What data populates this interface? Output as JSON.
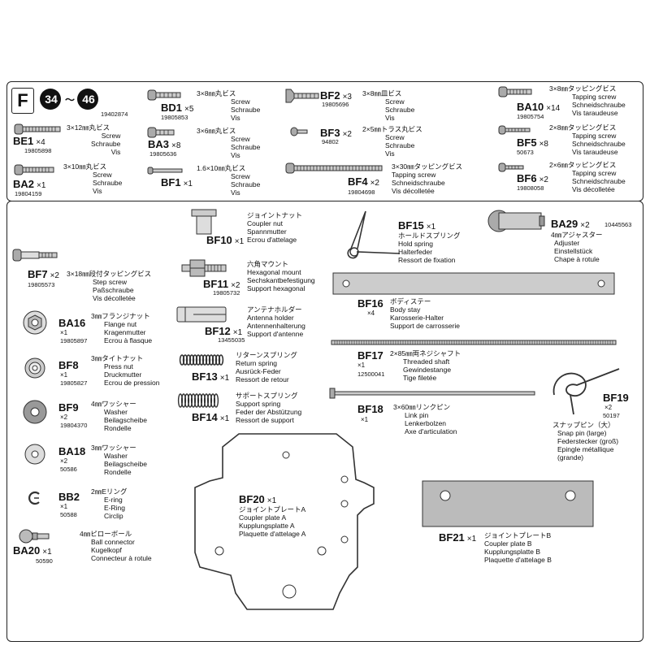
{
  "section": {
    "letter": "F",
    "range_from": "34",
    "range_sep": "〜",
    "range_to": "46",
    "code": "19402874"
  },
  "parts": {
    "BE1": {
      "code": "BE1",
      "qty": "×4",
      "pn": "19805898",
      "desc": [
        "3×12㎜丸ビス",
        "Screw",
        "Schraube",
        "Vis"
      ]
    },
    "BA2": {
      "code": "BA2",
      "qty": "×1",
      "pn": "19804159",
      "desc": [
        "3×10㎜丸ビス",
        "Screw",
        "Schraube",
        "Vis"
      ]
    },
    "BD1": {
      "code": "BD1",
      "qty": "×5",
      "pn": "19805853",
      "desc": [
        "3×8㎜丸ビス",
        "Screw",
        "Schraube",
        "Vis"
      ]
    },
    "BA3": {
      "code": "BA3",
      "qty": "×8",
      "pn": "19805636",
      "desc": [
        "3×6㎜丸ビス",
        "Screw",
        "Schraube",
        "Vis"
      ]
    },
    "BF1": {
      "code": "BF1",
      "qty": "×1",
      "pn": "",
      "desc": [
        "1.6×10㎜丸ビス",
        "Screw",
        "Schraube",
        "Vis"
      ]
    },
    "BF2": {
      "code": "BF2",
      "qty": "×3",
      "pn": "19805696",
      "desc": [
        "3×8㎜皿ビス",
        "Screw",
        "Schraube",
        "Vis"
      ]
    },
    "BF3": {
      "code": "BF3",
      "qty": "×2",
      "pn": "94802",
      "desc": [
        "2×5㎜トラス丸ビス",
        "Screw",
        "Schraube",
        "Vis"
      ]
    },
    "BF4": {
      "code": "BF4",
      "qty": "×2",
      "pn": "19804698",
      "desc": [
        "3×30㎜タッピングビス",
        "Tapping screw",
        "Schneidschraube",
        "Vis décolletée"
      ]
    },
    "BA10": {
      "code": "BA10",
      "qty": "×14",
      "pn": "19805754",
      "desc": [
        "3×8㎜タッピングビス",
        "Tapping screw",
        "Schneidschraube",
        "Vis taraudeuse"
      ]
    },
    "BF5": {
      "code": "BF5",
      "qty": "×8",
      "pn": "50673",
      "desc": [
        "2×8㎜タッピングビス",
        "Tapping screw",
        "Schneidschraube",
        "Vis taraudeuse"
      ]
    },
    "BF6": {
      "code": "BF6",
      "qty": "×2",
      "pn": "19808058",
      "desc": [
        "2×6㎜タッピングビス",
        "Tapping screw",
        "Schneidschraube",
        "Vis décolletée"
      ]
    },
    "BF7": {
      "code": "BF7",
      "qty": "×2",
      "pn": "19805573",
      "desc": [
        "3×18㎜段付タッピングビス",
        "Step screw",
        "Paßschraube",
        "Vis décolletée"
      ]
    },
    "BA16": {
      "code": "BA16",
      "qty": "×1",
      "pn": "19805897",
      "desc": [
        "3㎜フランジナット",
        "Flange nut",
        "Kragenmutter",
        "Ecrou à flasque"
      ]
    },
    "BF8": {
      "code": "BF8",
      "qty": "×1",
      "pn": "19805827",
      "desc": [
        "3㎜タイトナット",
        "Press nut",
        "Druckmutter",
        "Ecrou de pression"
      ]
    },
    "BF9": {
      "code": "BF9",
      "qty": "×2",
      "pn": "19804370",
      "desc": [
        "4㎜ワッシャー",
        "Washer",
        "Beilagscheibe",
        "Rondelle"
      ]
    },
    "BA18": {
      "code": "BA18",
      "qty": "×2",
      "pn": "50586",
      "desc": [
        "3㎜ワッシャー",
        "Washer",
        "Beilagscheibe",
        "Rondelle"
      ]
    },
    "BB2": {
      "code": "BB2",
      "qty": "×1",
      "pn": "50588",
      "desc": [
        "2㎜Eリング",
        "E-ring",
        "E-Ring",
        "Circlip"
      ]
    },
    "BA20": {
      "code": "BA20",
      "qty": "×1",
      "pn": "50590",
      "desc": [
        "4㎜ピローボール",
        "Ball connector",
        "Kugelkopf",
        "Connecteur à rotule"
      ]
    },
    "BF10": {
      "code": "BF10",
      "qty": "×1",
      "pn": "",
      "desc": [
        "ジョイントナット",
        "Coupler nut",
        "Spannmutter",
        "Ecrou d'attelage"
      ]
    },
    "BF11": {
      "code": "BF11",
      "qty": "×2",
      "pn": "19805732",
      "desc": [
        "六角マウント",
        "Hexagonal mount",
        "Sechskantbefestigung",
        "Support hexagonal"
      ]
    },
    "BF12": {
      "code": "BF12",
      "qty": "×1",
      "pn": "13455035",
      "desc": [
        "アンテナホルダー",
        "Antenna holder",
        "Antennenhalterung",
        "Support d'antenne"
      ]
    },
    "BF13": {
      "code": "BF13",
      "qty": "×1",
      "pn": "",
      "desc": [
        "リターンスプリング",
        "Return spring",
        "Ausrück-Feder",
        "Ressort de retour"
      ]
    },
    "BF14": {
      "code": "BF14",
      "qty": "×1",
      "pn": "",
      "desc": [
        "サポートスプリング",
        "Support spring",
        "Feder der Abstützung",
        "Ressort de support"
      ]
    },
    "BF15": {
      "code": "BF15",
      "qty": "×1",
      "pn": "",
      "desc": [
        "ホールドスプリング",
        "Hold spring",
        "Halterfeder",
        "Ressort de fixation"
      ]
    },
    "BA29": {
      "code": "BA29",
      "qty": "×2",
      "pn": "10445563",
      "desc": [
        "4㎜アジャスター",
        "Adjuster",
        "Einstellstück",
        "Chape à rotule"
      ]
    },
    "BF16": {
      "code": "BF16",
      "qty": "×4",
      "pn": "",
      "desc": [
        "ボディステー",
        "Body stay",
        "Karosserie-Halter",
        "Support de carrosserie"
      ]
    },
    "BF17": {
      "code": "BF17",
      "qty": "×1",
      "pn": "12500041",
      "desc": [
        "2×85㎜両ネジシャフト",
        "Threaded shaft",
        "Gewindestange",
        "Tige filetée"
      ]
    },
    "BF18": {
      "code": "BF18",
      "qty": "×1",
      "pn": "",
      "desc": [
        "3×60㎜リンクピン",
        "Link pin",
        "Lenkerbolzen",
        "Axe d'articulation"
      ]
    },
    "BF19": {
      "code": "BF19",
      "qty": "×2",
      "pn": "50197",
      "desc": [
        "スナップピン（大）",
        "Snap pin (large)",
        "Federstecker (groß)",
        "Epingle métallique",
        "(grande)"
      ]
    },
    "BF20": {
      "code": "BF20",
      "qty": "×1",
      "pn": "",
      "desc": [
        "ジョイントプレートA",
        "Coupler plate A",
        "Kupplungsplatte A",
        "Plaquette d'attelage A"
      ]
    },
    "BF21": {
      "code": "BF21",
      "qty": "×1",
      "pn": "",
      "desc": [
        "ジョイントプレートB",
        "Coupler plate B",
        "Kupplungsplatte B",
        "Plaquette d'attelage B"
      ]
    }
  }
}
